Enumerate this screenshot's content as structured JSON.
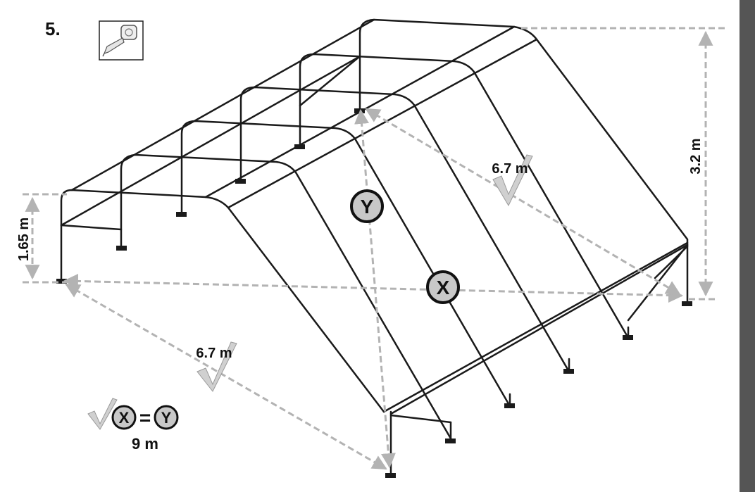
{
  "step": {
    "number": "5."
  },
  "icons": {
    "tool": "tape-measure-icon",
    "check": "check-mark-icon"
  },
  "colors": {
    "frame": "#1a1a1a",
    "dimension": "#b3b3b3",
    "circle_fill": "#c8c8c8",
    "sidebar": "#555555"
  },
  "dimensions": {
    "height_low": "1.65 m",
    "height_high": "3.2 m",
    "width_back": "6.7 m",
    "width_front": "6.7 m",
    "diagonal_x": "X",
    "diagonal_y": "Y"
  },
  "formula": {
    "left": "X",
    "equals": "=",
    "right": "Y",
    "value": "9 m"
  }
}
